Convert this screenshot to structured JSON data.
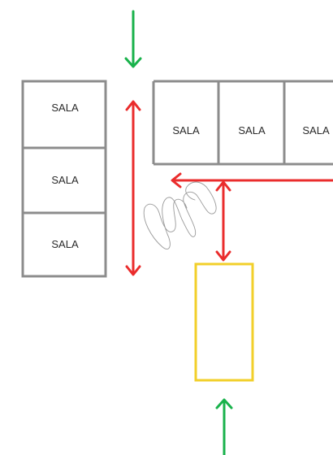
{
  "colors": {
    "room_outline": "#8c8c8c",
    "green_arrow": "#19b24b",
    "red_arrow": "#ea2c2c",
    "yellow_box": "#f2cf2a",
    "scribble": "#9a9a9a",
    "background": "#ffffff"
  },
  "left_rooms": [
    {
      "label": "SALA"
    },
    {
      "label": "SALA"
    },
    {
      "label": "SALA"
    }
  ],
  "top_rooms": [
    {
      "label": "SALA"
    },
    {
      "label": "SALA"
    },
    {
      "label": "SALA"
    }
  ]
}
